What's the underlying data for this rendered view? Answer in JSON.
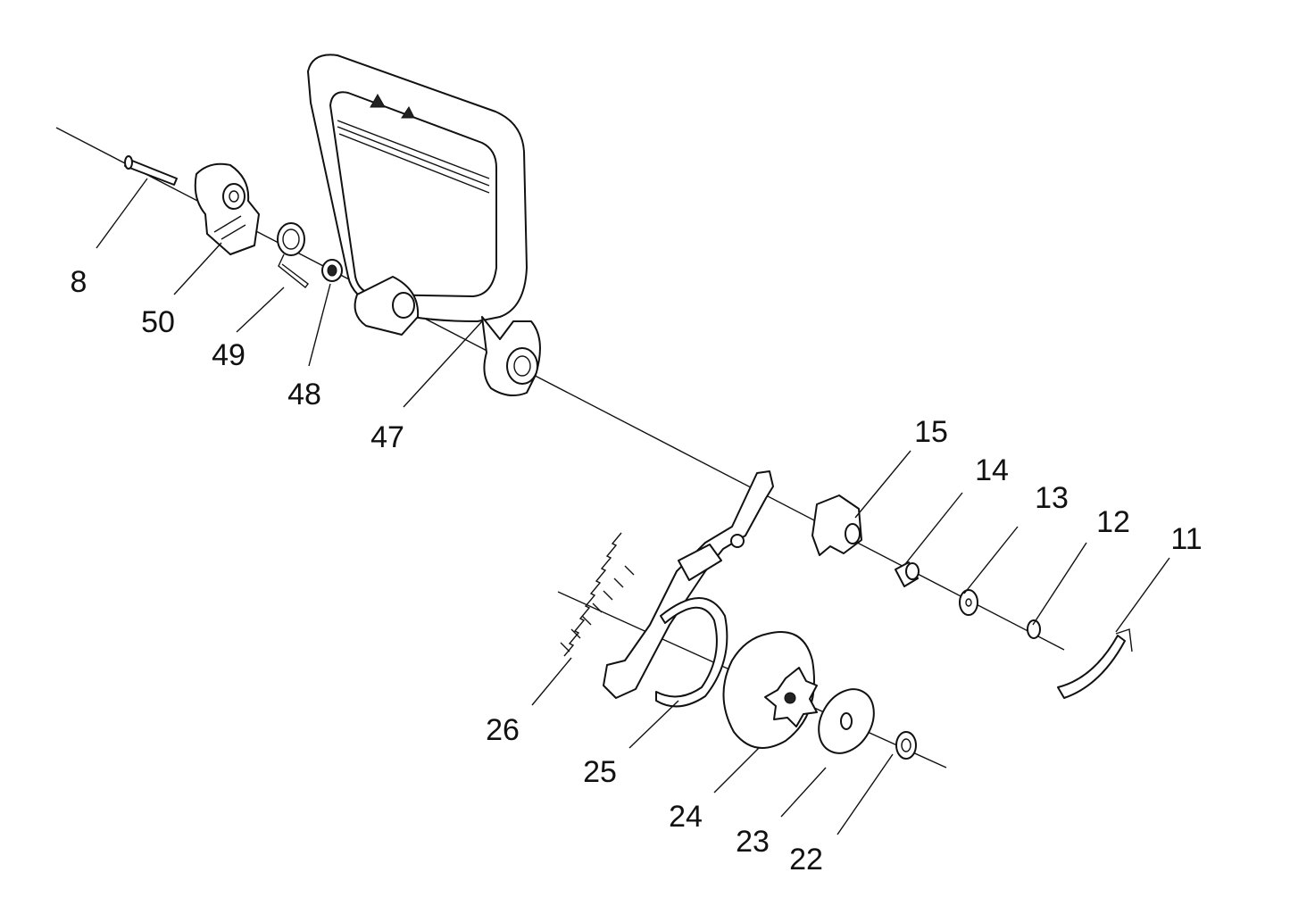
{
  "diagram": {
    "type": "exploded-parts-diagram",
    "part_labels": [
      "8",
      "50",
      "49",
      "48",
      "47",
      "15",
      "14",
      "13",
      "12",
      "11",
      "26",
      "25",
      "24",
      "23",
      "22"
    ]
  }
}
